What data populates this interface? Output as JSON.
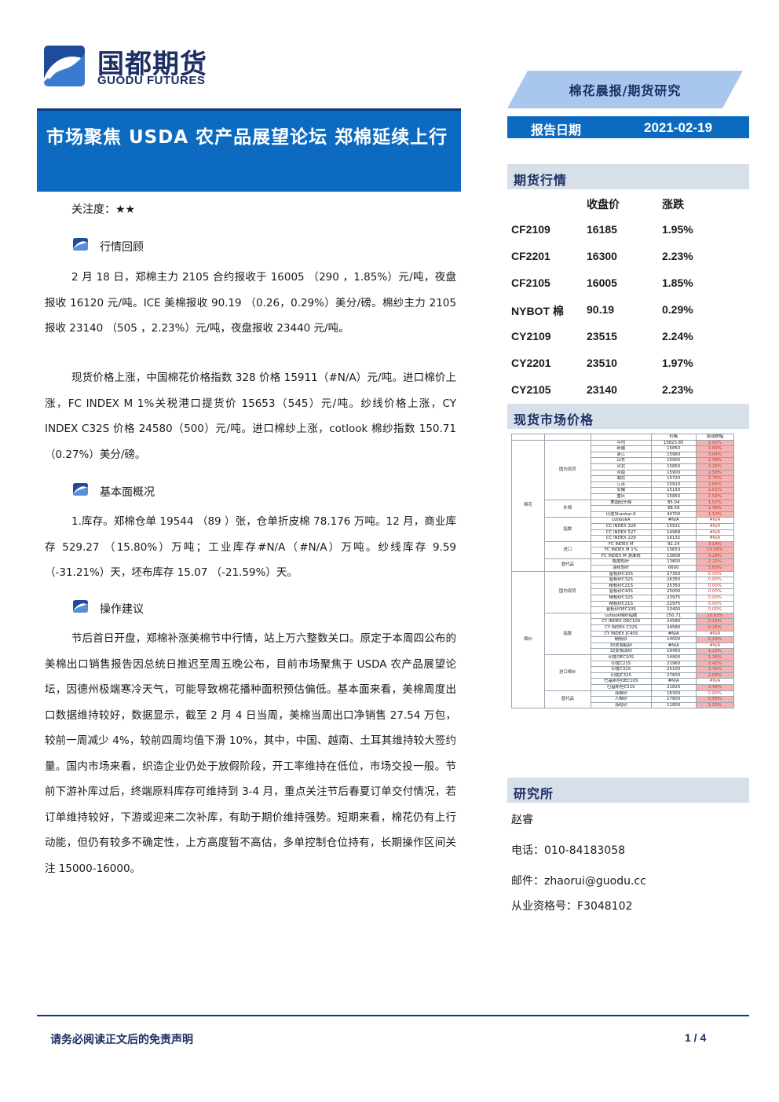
{
  "logo": {
    "cn": "国都期货",
    "en": "GUODU FUTURES"
  },
  "banner": "棉花晨报/期货研究",
  "title": "市场聚焦 USDA 农产品展望论坛 郑棉延续上行",
  "report_date": {
    "label": "报告日期",
    "value": "2021-02-19"
  },
  "attention": "关注度：★★",
  "sections": [
    {
      "heading": "行情回顾",
      "paragraphs": [
        "2 月 18 日，郑棉主力 2105 合约报收于 16005 （290 ，1.85%）元/吨，夜盘报收 16120 元/吨。ICE 美棉报收 90.19 （0.26，0.29%）美分/磅。棉纱主力 2105 报收 23140 （505 ，2.23%）元/吨，夜盘报收 23440 元/吨。",
        "现货价格上涨，中国棉花价格指数 328 价格 15911（#N/A）元/吨。进口棉价上涨，FC INDEX M 1%关税港口提货价 15653（545）元/吨。纱线价格上涨，CY INDEX C32S 价格 24580（500）元/吨。进口棉纱上涨，cotlook 棉纱指数 150.71（0.27%）美分/磅。"
      ]
    },
    {
      "heading": "基本面概况",
      "paragraphs": [
        "1.库存。郑棉仓单 19544 （89 ）张，仓单折皮棉 78.176 万吨。12 月，商业库存 529.27 （15.80%）万吨；工业库存#N/A（#N/A）万吨。纱线库存 9.59 （-31.21%）天，坯布库存 15.07 （-21.59%）天。"
      ]
    },
    {
      "heading": "操作建议",
      "paragraphs": [
        "节后首日开盘，郑棉补涨美棉节中行情，站上万六整数关口。原定于本周四公布的美棉出口销售报告因总统日推迟至周五晚公布，目前市场聚焦于 USDA 农产品展望论坛，因德州极端寒冷天气，可能导致棉花播种面积预估偏低。基本面来看，美棉周度出口数据维持较好，数据显示，截至 2 月 4 日当周，美棉当周出口净销售 27.54 万包，较前一周减少 4%，较前四周均值下滑 10%，其中，中国、越南、土耳其维持较大签约量。国内市场来看，织造企业仍处于放假阶段，开工率维持在低位，市场交投一般。节前下游补库过后，终端原料库存可维持到 3-4 月，重点关注节后春夏订单交付情况，若订单维持较好，下游或迎来二次补库，有助于期价维持强势。短期来看，棉花仍有上行动能，但仍有较多不确定性，上方高度暂不高估，多单控制仓位持有，长期操作区间关注 15000-16000。"
      ]
    }
  ],
  "futures": {
    "heading": "期货行情",
    "columns": [
      "",
      "收盘价",
      "涨跌"
    ],
    "rows": [
      [
        "CF2109",
        "16185",
        "1.95%"
      ],
      [
        "CF2201",
        "16300",
        "2.23%"
      ],
      [
        "CF2105",
        "16005",
        "1.85%"
      ],
      [
        "NYBOT 棉",
        "90.19",
        "0.29%"
      ],
      [
        "CY2109",
        "23515",
        "2.24%"
      ],
      [
        "CY2201",
        "23510",
        "1.97%"
      ],
      [
        "CY2105",
        "23140",
        "2.23%"
      ]
    ]
  },
  "spot": {
    "heading": "现货市场价格",
    "columns": [
      "价格",
      "周涨跌幅"
    ],
    "rows": [
      [
        "平均",
        "15823.85",
        "2.62%"
      ],
      [
        "新疆",
        "15850",
        "2.69%"
      ],
      [
        "浙江",
        "15960",
        "3.04%"
      ],
      [
        "山东",
        "15900",
        "2.58%"
      ],
      [
        "河北",
        "15850",
        "2.26%"
      ],
      [
        "河南",
        "15900",
        "2.58%"
      ],
      [
        "湖北",
        "15720",
        "2.75%"
      ],
      [
        "江苏",
        "15910",
        "2.65%"
      ],
      [
        "安徽",
        "15150",
        "2.61%"
      ],
      [
        "重庆",
        "15850",
        "2.59%"
      ],
      [
        "美国码头棉",
        "85.04",
        "1.52%"
      ],
      [
        "",
        "88.59",
        "1.46%"
      ],
      [
        "印度Shankar-6",
        "44700",
        "1.13%"
      ],
      [
        "cotlookA",
        "#N/A",
        "#N/A"
      ],
      [
        "CC INDEX 328",
        "15911",
        "#N/A"
      ],
      [
        "CC INDEX 527",
        "14968",
        "#N/A"
      ],
      [
        "CC INDEX 229",
        "16132",
        "#N/A"
      ],
      [
        "FC INDEX M",
        "92.24",
        "3.14%"
      ],
      [
        "FC INDEX M 1%",
        "15653",
        "10.58%"
      ],
      [
        "FC INDEX M 滑准税",
        "15808",
        "3.28%"
      ],
      [
        "黏胶短纤",
        "13800",
        "2.22%"
      ],
      [
        "涤纶短纤",
        "6600",
        "5.60%"
      ],
      [
        "普梳纱C10S",
        "27350",
        "0.00%"
      ],
      [
        "普梳纱C32S",
        "26350",
        "0.00%"
      ],
      [
        "精梳纱C21S",
        "25350",
        "0.00%"
      ],
      [
        "普梳纱C40S",
        "25000",
        "0.00%"
      ],
      [
        "精梳纱C32S",
        "23975",
        "0.00%"
      ],
      [
        "精梳纱C21S",
        "22975",
        "0.00%"
      ],
      [
        "普梳纱OEC10S",
        "13400",
        "0.00%"
      ],
      [
        "cotlook棉纱指数",
        "150.71",
        "10.63%"
      ],
      [
        "CY INDEX OEC10S",
        "24580",
        "0.10%"
      ],
      [
        "CY INDEX C32S",
        "24580",
        "0.25%"
      ],
      [
        "CY INDEX JC40S",
        "#N/A",
        "#N/A"
      ],
      [
        "精梳纱",
        "14000",
        "0.29%"
      ],
      [
        "30支棉粘纱",
        "#N/A",
        "#N/A"
      ],
      [
        "32支棉涤纱",
        "16450",
        "1.23%"
      ],
      [
        "印度OEC10S",
        "14900",
        "1.36%"
      ],
      [
        "印度C21S",
        "21960",
        "2.41%"
      ],
      [
        "印度C32S",
        "25100",
        "3.42%"
      ],
      [
        "印度JC32S",
        "27800",
        "2.89%"
      ],
      [
        "巴基斯坦OEC10S",
        "#N/A",
        "#N/A"
      ],
      [
        "巴基斯坦C21S",
        "21820",
        "2.48%"
      ],
      [
        "涤棉纱",
        "16300",
        "0.00%"
      ],
      [
        "人棉纱",
        "17800",
        "0.56%"
      ],
      [
        "涤纶纱",
        "11800",
        "1.10%"
      ]
    ],
    "groups": {
      "cotton": "棉花",
      "yarn": "棉纱",
      "domestic": "国内现货",
      "foreign": "外棉",
      "index": "指数",
      "import": "进口",
      "sub": "替代品",
      "import_yarn": "进口棉纱"
    }
  },
  "research": {
    "heading": "研究所",
    "name": "赵睿",
    "phone": "电话：010-84183058",
    "email": "邮件：zhaorui@guodu.cc",
    "license": "从业资格号：F3048102"
  },
  "footer": {
    "disclaimer": "请务必阅读正文后的免责声明",
    "page": "1 / 4"
  }
}
